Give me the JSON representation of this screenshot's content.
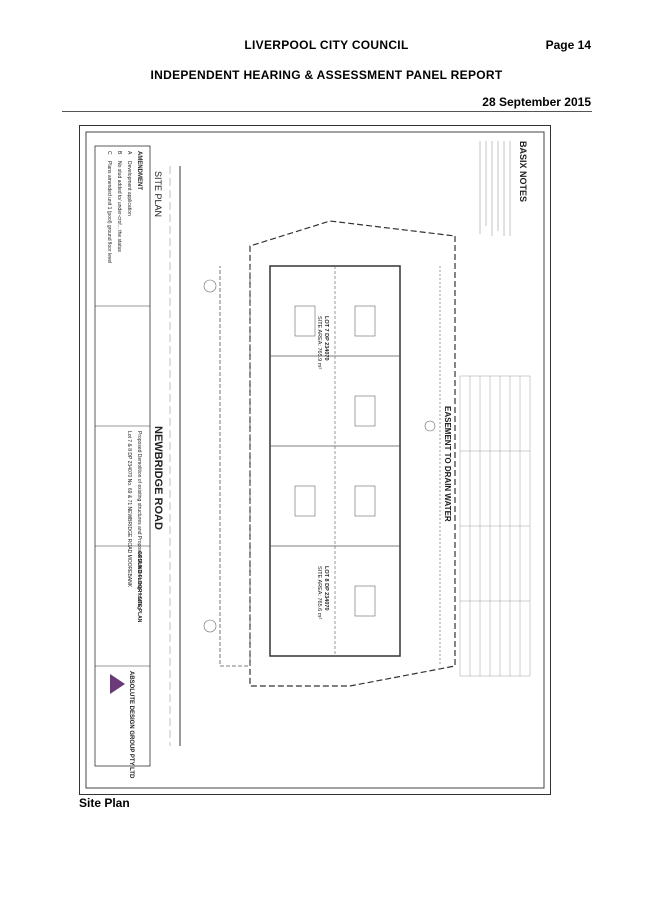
{
  "header": {
    "council": "LIVERPOOL CITY COUNCIL",
    "page": "Page 14",
    "report_title": "INDEPENDENT HEARING & ASSESSMENT PANEL REPORT",
    "date": "28 September 2015"
  },
  "drawing": {
    "site_plan_label": "SITE PLAN",
    "road_name": "NEWBRIDGE ROAD",
    "easement": "EASEMENT TO DRAIN WATER",
    "basix_title": "BASIX NOTES",
    "firm_name": "ABSOLUTE DESIGN GROUP PTY LTD",
    "lot_left": "LOT 7 DP 234070",
    "lot_right": "LOT 8 DP 234070",
    "site_area_left": "SITE AREA: 765.9 m²",
    "site_area_right": "SITE AREA: 765.6 m²",
    "project": "Proposed Demolition of existing structures and Proposed Multi Dwelling Housing",
    "address": "Lot 7 & 8 DP 234070 No. 69 & 71 NEWBRIDGE ROAD MOOREBANK",
    "sheet_title": "GROUND FLOOR / SITE PLAN",
    "amendments_label": "AMENDMENT",
    "rev_labels": [
      "A",
      "B",
      "C"
    ],
    "rev_notes": [
      "Development application",
      "No stud added to/ under-crof... the status",
      "Plans amended unit 1 (pool) ground floor level"
    ]
  },
  "caption": "Site Plan"
}
